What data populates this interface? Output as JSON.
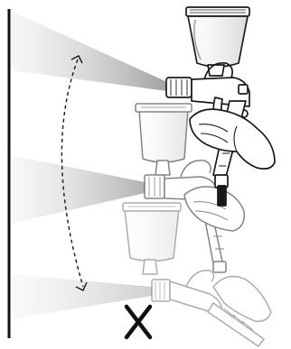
{
  "diagram": {
    "panels": [
      "top-correct",
      "middle-correct",
      "bottom-incorrect"
    ],
    "states": {
      "top-correct": "correct",
      "middle-correct": "correct",
      "bottom-incorrect": "incorrect"
    },
    "colors": {
      "outline": "#1a1a1a",
      "spray_light": "#d4d4d4",
      "spray_dark": "#a8a8a8",
      "ghost_outline": "#9a9a9a",
      "wall": "#111111"
    },
    "icons": [
      "spray-gun-icon",
      "hand-icon",
      "dashed-arc-arrow-icon",
      "cross-mark-icon"
    ]
  }
}
